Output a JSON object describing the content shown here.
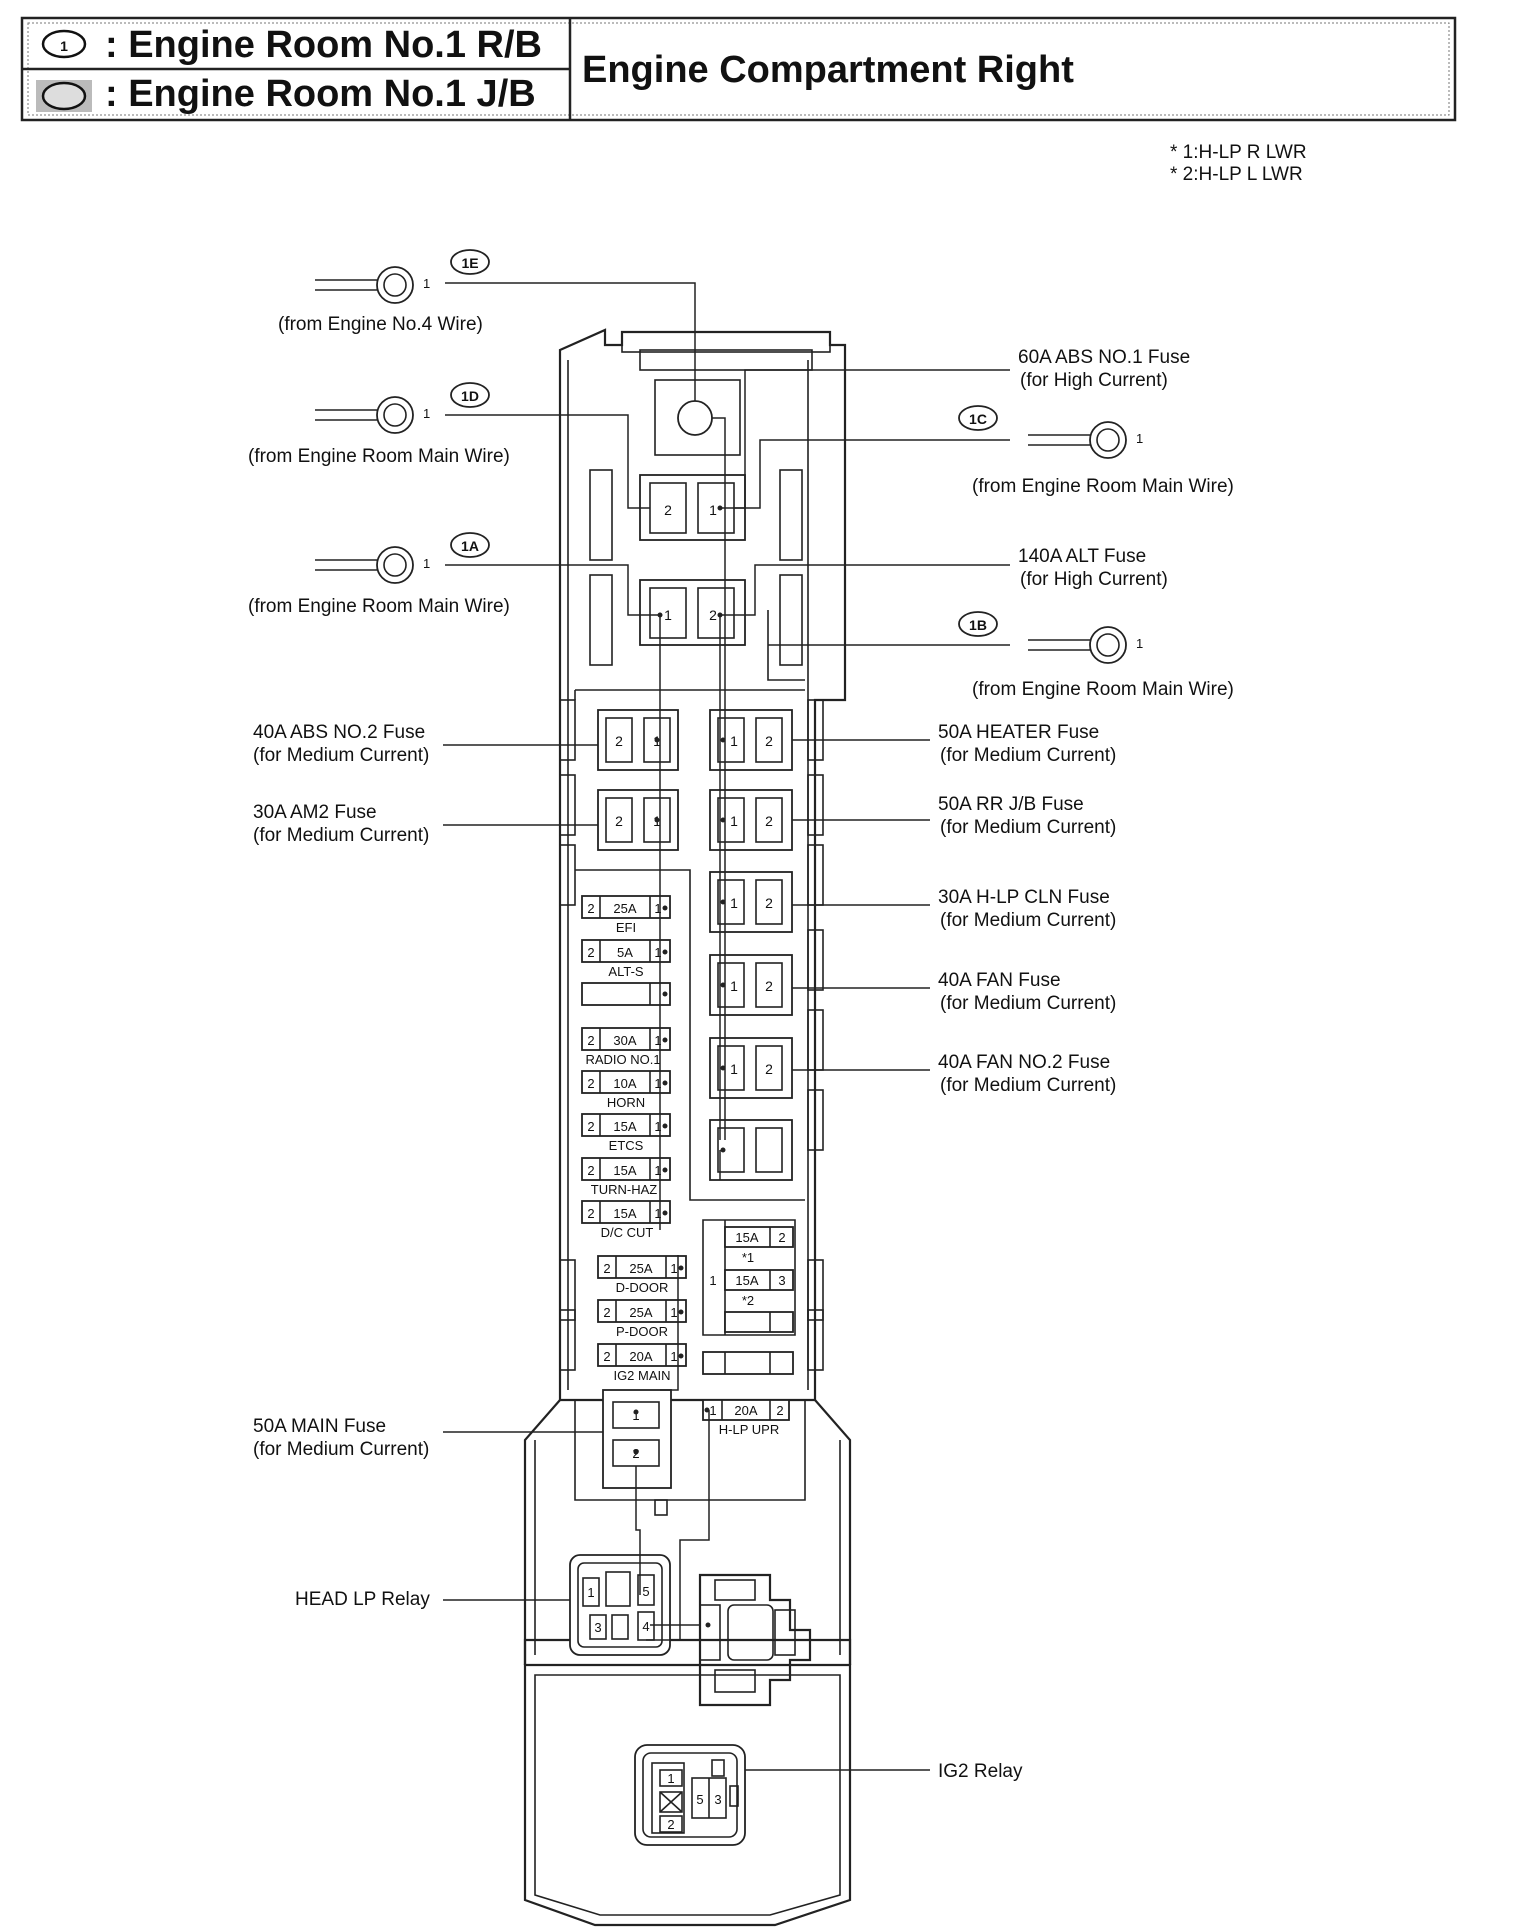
{
  "header": {
    "legend_1_symbol": "1",
    "legend_1_text": ": Engine Room No.1 R/B",
    "legend_2_text": ": Engine Room No.1 J/B",
    "title": "Engine Compartment Right"
  },
  "footnotes": [
    "* 1:H-LP R LWR",
    "* 2:H-LP L LWR"
  ],
  "connectors": {
    "c1E": {
      "code": "1E",
      "source": "(from Engine No.4 Wire)",
      "pin": "1"
    },
    "c1D": {
      "code": "1D",
      "source": "(from Engine Room Main Wire)",
      "pin": "1"
    },
    "c1A": {
      "code": "1A",
      "source": "(from Engine Room Main Wire)",
      "pin": "1"
    },
    "c1C": {
      "code": "1C",
      "source": "(from Engine Room Main Wire)",
      "pin": "1"
    },
    "c1B": {
      "code": "1B",
      "source": "(from Engine Room Main Wire)",
      "pin": "1"
    }
  },
  "callouts": {
    "abs1": {
      "name": "60A ABS NO.1 Fuse",
      "note": "(for High Current)"
    },
    "alt": {
      "name": "140A ALT Fuse",
      "note": "(for High Current)"
    },
    "abs2": {
      "name": "40A ABS NO.2 Fuse",
      "note": "(for Medium Current)"
    },
    "am2": {
      "name": "30A AM2 Fuse",
      "note": "(for Medium Current)"
    },
    "heater": {
      "name": "50A HEATER Fuse",
      "note": "(for Medium Current)"
    },
    "rrjb": {
      "name": "50A RR J/B Fuse",
      "note": "(for Medium Current)"
    },
    "hlpcln": {
      "name": "30A H-LP CLN Fuse",
      "note": "(for Medium Current)"
    },
    "fan": {
      "name": "40A FAN Fuse",
      "note": "(for Medium Current)"
    },
    "fan2": {
      "name": "40A FAN NO.2 Fuse",
      "note": "(for Medium Current)"
    },
    "main": {
      "name": "50A MAIN Fuse",
      "note": "(for Medium Current)"
    },
    "headlp": {
      "name": "HEAD LP Relay"
    },
    "ig2": {
      "name": "IG2 Relay"
    }
  },
  "mini_fuses_left": [
    {
      "amp": "25A",
      "name": "EFI"
    },
    {
      "amp": "5A",
      "name": "ALT-S"
    },
    {
      "amp": "",
      "name": ""
    },
    {
      "amp": "30A",
      "name": "RADIO NO.1"
    },
    {
      "amp": "10A",
      "name": "HORN"
    },
    {
      "amp": "15A",
      "name": "ETCS"
    },
    {
      "amp": "15A",
      "name": "TURN-HAZ"
    },
    {
      "amp": "15A",
      "name": "D/C CUT"
    },
    {
      "amp": "25A",
      "name": "D-DOOR"
    },
    {
      "amp": "25A",
      "name": "P-DOOR"
    },
    {
      "amp": "20A",
      "name": "IG2 MAIN"
    }
  ],
  "lwr_block": {
    "amp1": "15A",
    "pin1": "2",
    "note1": "*1",
    "amp2": "15A",
    "pin2": "3",
    "note2": "*2",
    "common": "1"
  },
  "hlp_upr": {
    "amp": "20A",
    "name": "H-LP UPR"
  },
  "pins": {
    "one": "1",
    "two": "2",
    "three": "3",
    "four": "4",
    "five": "5"
  }
}
